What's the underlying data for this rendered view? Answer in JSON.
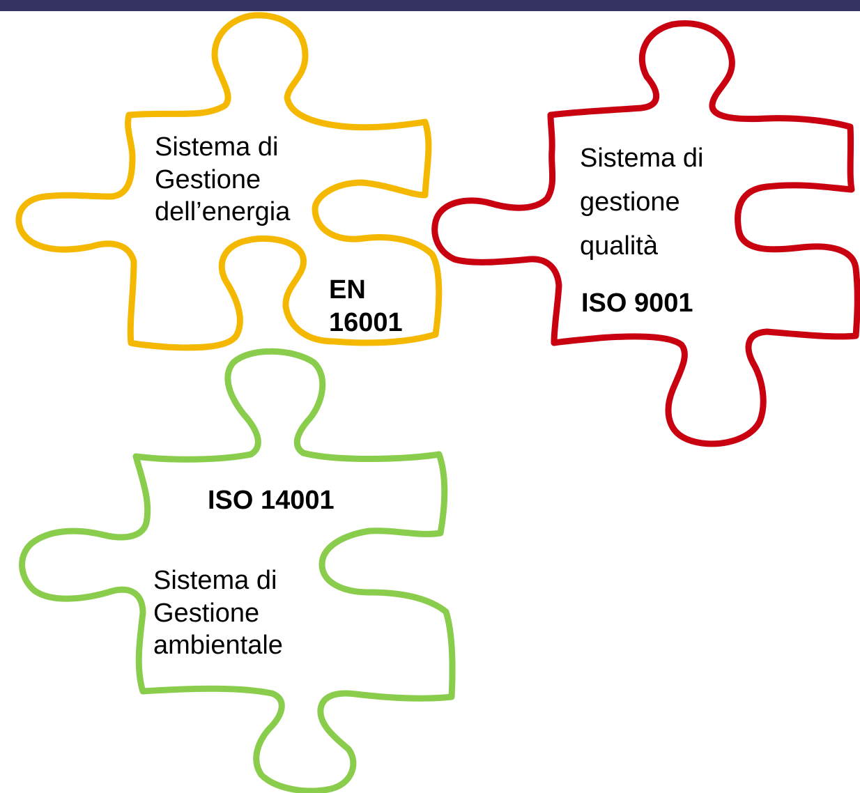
{
  "colors": {
    "top_bar": "#34335f",
    "energy_piece": "#f5b800",
    "quality_piece": "#c8000f",
    "environment_piece": "#8acc4c"
  },
  "pieces": {
    "energy": {
      "line1": "Sistema di",
      "line2": "Gestione",
      "line3": "dell’energia",
      "std_line1": "EN",
      "std_line2": "16001"
    },
    "quality": {
      "line1": "Sistema di",
      "line2": "gestione",
      "line3": "qualità",
      "standard": "ISO 9001"
    },
    "environment": {
      "standard": "ISO 14001",
      "line1": "Sistema di",
      "line2": "Gestione",
      "line3": "ambientale"
    }
  }
}
